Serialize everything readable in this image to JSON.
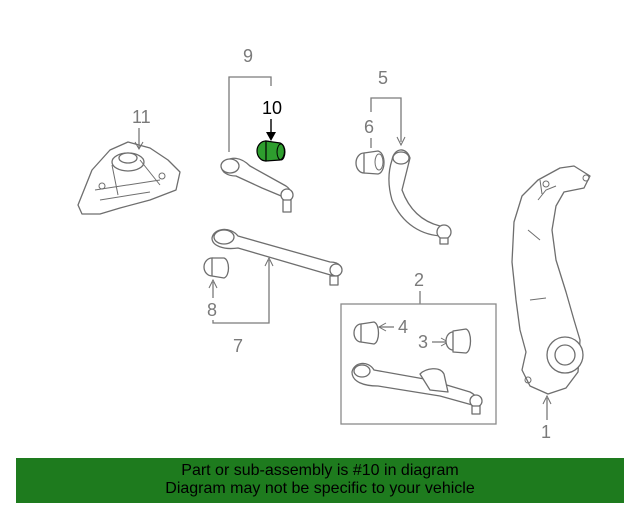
{
  "callouts": {
    "c1": "1",
    "c2": "2",
    "c3": "3",
    "c4": "4",
    "c5": "5",
    "c6": "6",
    "c7": "7",
    "c8": "8",
    "c9": "9",
    "c10": "10",
    "c11": "11"
  },
  "highlight_color": "#2e9e2e",
  "banner": {
    "line1": "Part or sub-assembly is #10 in diagram",
    "line2": "Diagram may not be specific to your vehicle",
    "background": "#1e7b1e"
  }
}
